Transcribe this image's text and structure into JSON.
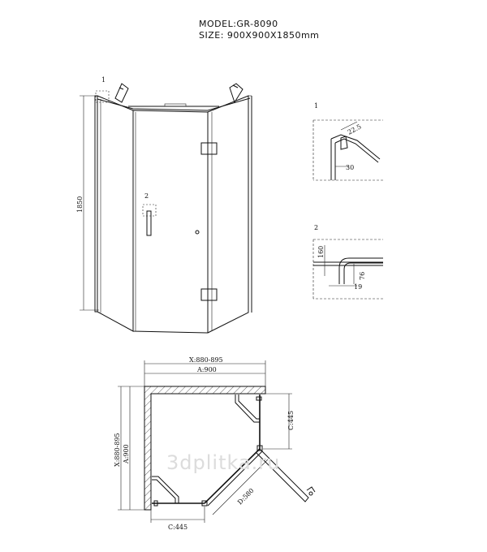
{
  "header": {
    "model": "MODEL:GR-8090",
    "size": "SIZE: 900X900X1850mm"
  },
  "front_view": {
    "height_label": "1850",
    "callout_1": "1",
    "callout_2": "2"
  },
  "detail_1": {
    "label": "1",
    "angle_dim": "22.5",
    "width_dim": "30"
  },
  "detail_2": {
    "label": "2",
    "dim_160": "160",
    "dim_76": "76",
    "dim_19": "19"
  },
  "plan_view": {
    "x_range": "X:880-895",
    "a_width": "A:900",
    "x_range_side": "X:880-895",
    "a_side": "A:900",
    "c_right": "C:445",
    "c_bottom": "C:445",
    "d_door": "D:580"
  },
  "watermark": "3dplitka.ru"
}
